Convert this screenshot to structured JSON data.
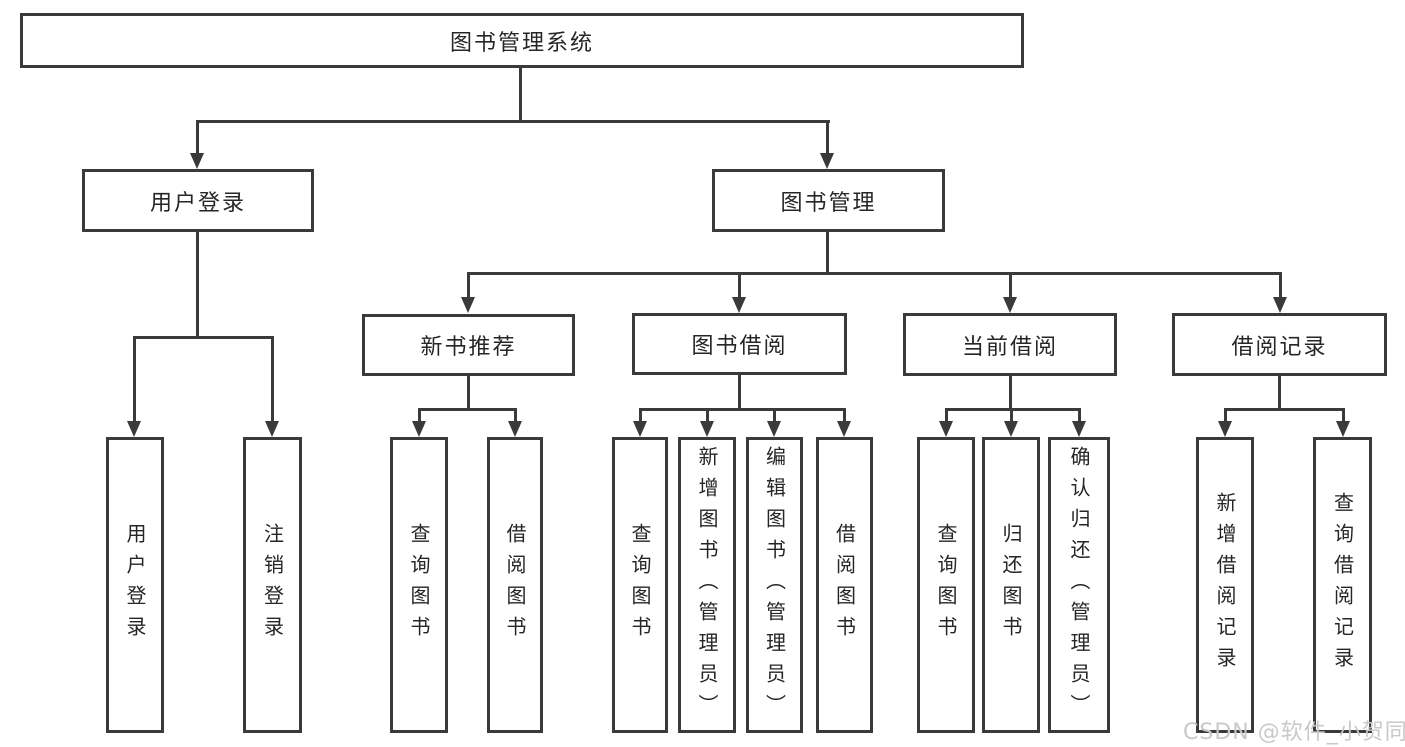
{
  "nodes": {
    "root": {
      "label": "图书管理系统"
    },
    "user_login": {
      "label": "用户登录"
    },
    "book_management": {
      "label": "图书管理"
    },
    "new_book_recommend": {
      "label": "新书推荐"
    },
    "book_borrowing": {
      "label": "图书借阅"
    },
    "current_borrowing": {
      "label": "当前借阅"
    },
    "borrowing_records": {
      "label": "借阅记录"
    },
    "leaf_user_login": {
      "label": "用户登录"
    },
    "leaf_logout": {
      "label": "注销登录"
    },
    "leaf_query_books_recommend": {
      "label": "查询图书"
    },
    "leaf_borrow_books_recommend": {
      "label": "借阅图书"
    },
    "leaf_query_books_borrowing": {
      "label": "查询图书"
    },
    "leaf_add_books_admin": {
      "label": "新增图书（管理员）"
    },
    "leaf_edit_books_admin": {
      "label": "编辑图书（管理员）"
    },
    "leaf_borrow_books_borrowing": {
      "label": "借阅图书"
    },
    "leaf_query_books_current": {
      "label": "查询图书"
    },
    "leaf_return_books": {
      "label": "归还图书"
    },
    "leaf_confirm_return_admin": {
      "label": "确认归还（管理员）"
    },
    "leaf_add_borrow_record": {
      "label": "新增借阅记录"
    },
    "leaf_query_borrow_record": {
      "label": "查询借阅记录"
    }
  },
  "watermark": {
    "text": "CSDN @软件_小贺同学"
  },
  "colors": {
    "line": "#3a3a3a",
    "text": "#262626",
    "watermark": "#c9c9c9",
    "background": "#ffffff"
  }
}
